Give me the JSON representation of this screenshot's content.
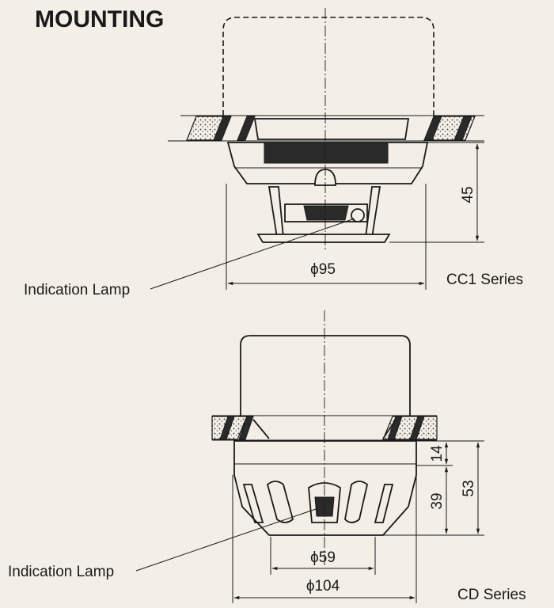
{
  "title": "MOUNTING",
  "cc1": {
    "series_label": "CC1 Series",
    "lamp_label": "Indication Lamp",
    "height_dim": "45",
    "diameter_dim": "ϕ95"
  },
  "cd": {
    "series_label": "CD Series",
    "lamp_label": "Indication Lamp",
    "top_dim": "14",
    "lower_dim": "39",
    "height_dim": "53",
    "inner_diameter_dim": "ϕ59",
    "outer_diameter_dim": "ϕ104"
  }
}
